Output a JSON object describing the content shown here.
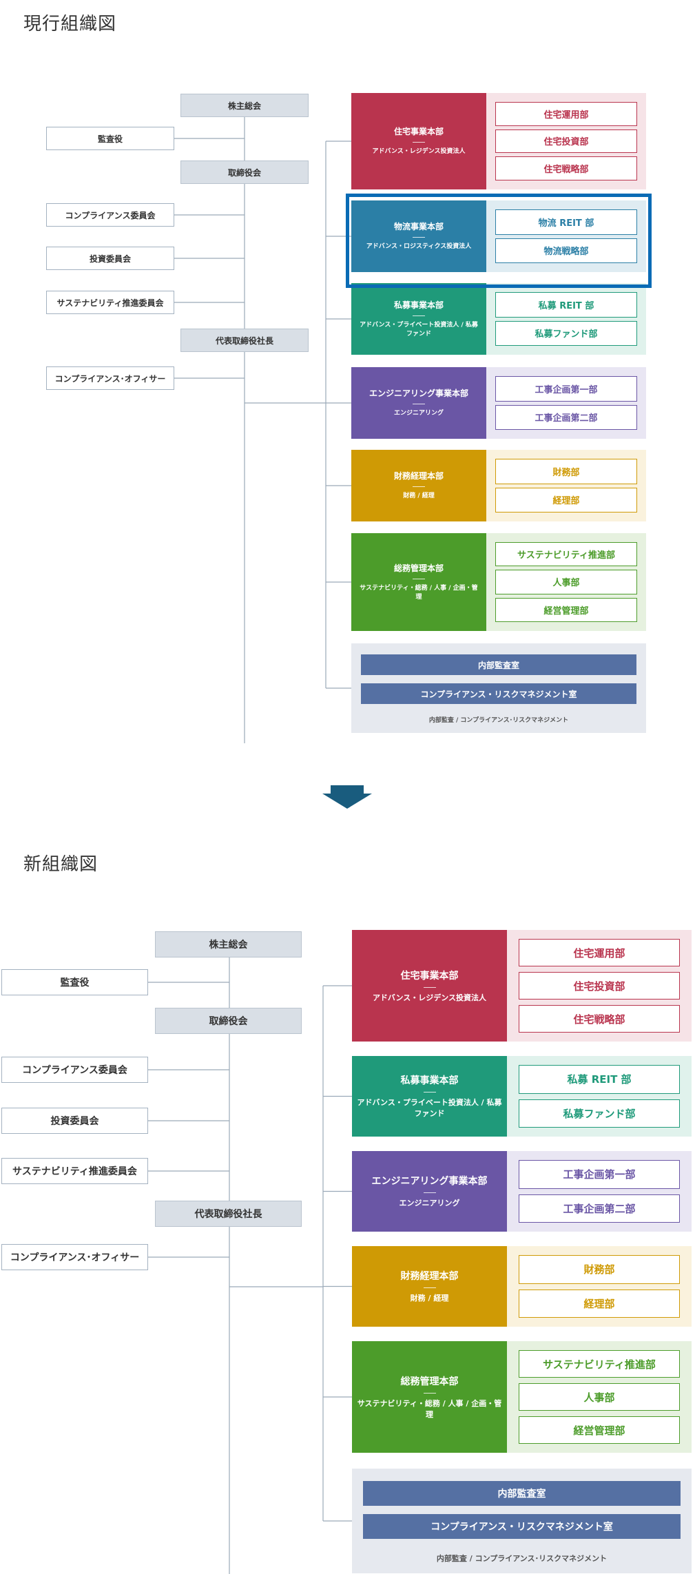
{
  "current": {
    "title": "現行組織図",
    "governance": {
      "shareholders": "株主総会",
      "auditor": "監査役",
      "board": "取締役会",
      "compliance_committee": "コンプライアンス委員会",
      "investment_committee": "投資委員会",
      "sustainability_committee": "サステナビリティ推進委員会",
      "president": "代表取締役社長",
      "compliance_officer": "コンプライアンス･オフィサー"
    },
    "divisions": [
      {
        "name": "住宅事業本部",
        "sub": "アドバンス・レジデンス投資法人",
        "color": "#b9344e",
        "panel": "#f6e3e7",
        "depts": [
          "住宅運用部",
          "住宅投資部",
          "住宅戦略部"
        ]
      },
      {
        "name": "物流事業本部",
        "sub": "アドバンス・ロジスティクス投資法人",
        "color": "#2b7fa6",
        "panel": "#dfecf2",
        "depts": [
          "物流 REIT 部",
          "物流戦略部"
        ]
      },
      {
        "name": "私募事業本部",
        "sub": "アドバンス・プライベート投資法人 / 私募ファンド",
        "color": "#1f9a7a",
        "panel": "#e0f2ec",
        "depts": [
          "私募 REIT 部",
          "私募ファンド部"
        ]
      },
      {
        "name": "エンジニアリング事業本部",
        "sub": "エンジニアリング",
        "color": "#6a56a5",
        "panel": "#e9e6f3",
        "depts": [
          "工事企画第一部",
          "工事企画第二部"
        ]
      },
      {
        "name": "財務経理本部",
        "sub": "財務 / 経理",
        "color": "#cf9a05",
        "panel": "#faf2dd",
        "depts": [
          "財務部",
          "経理部"
        ]
      },
      {
        "name": "総務管理本部",
        "sub": "サステナビリティ・総務 / 人事 / 企画・管理",
        "color": "#4c9c2a",
        "panel": "#e6f1df",
        "depts": [
          "サステナビリティ推進部",
          "人事部",
          "経営管理部"
        ]
      }
    ],
    "audit": {
      "internal": "内部監査室",
      "compliance": "コンプライアンス・リスクマネジメント室",
      "note": "内部監査 / コンプライアンス･リスクマネジメント"
    }
  },
  "new": {
    "title": "新組織図",
    "governance": {
      "shareholders": "株主総会",
      "auditor": "監査役",
      "board": "取締役会",
      "compliance_committee": "コンプライアンス委員会",
      "investment_committee": "投資委員会",
      "sustainability_committee": "サステナビリティ推進委員会",
      "president": "代表取締役社長",
      "compliance_officer": "コンプライアンス･オフィサー"
    },
    "divisions": [
      {
        "name": "住宅事業本部",
        "sub": "アドバンス・レジデンス投資法人",
        "color": "#b9344e",
        "panel": "#f6e3e7",
        "depts": [
          "住宅運用部",
          "住宅投資部",
          "住宅戦略部"
        ]
      },
      {
        "name": "私募事業本部",
        "sub": "アドバンス・プライベート投資法人 / 私募ファンド",
        "color": "#1f9a7a",
        "panel": "#e0f2ec",
        "depts": [
          "私募 REIT 部",
          "私募ファンド部"
        ]
      },
      {
        "name": "エンジニアリング事業本部",
        "sub": "エンジニアリング",
        "color": "#6a56a5",
        "panel": "#e9e6f3",
        "depts": [
          "工事企画第一部",
          "工事企画第二部"
        ]
      },
      {
        "name": "財務経理本部",
        "sub": "財務 / 経理",
        "color": "#cf9a05",
        "panel": "#faf2dd",
        "depts": [
          "財務部",
          "経理部"
        ]
      },
      {
        "name": "総務管理本部",
        "sub": "サステナビリティ・総務 / 人事 / 企画・管理",
        "color": "#4c9c2a",
        "panel": "#e6f1df",
        "depts": [
          "サステナビリティ推進部",
          "人事部",
          "経営管理部"
        ]
      }
    ],
    "audit": {
      "internal": "内部監査室",
      "compliance": "コンプライアンス・リスクマネジメント室",
      "note": "内部監査 / コンプライアンス･リスクマネジメント"
    }
  },
  "colors": {
    "connector": "#9aa9b8",
    "highlight": "#0a6bb5",
    "arrow": "#195c7e"
  }
}
